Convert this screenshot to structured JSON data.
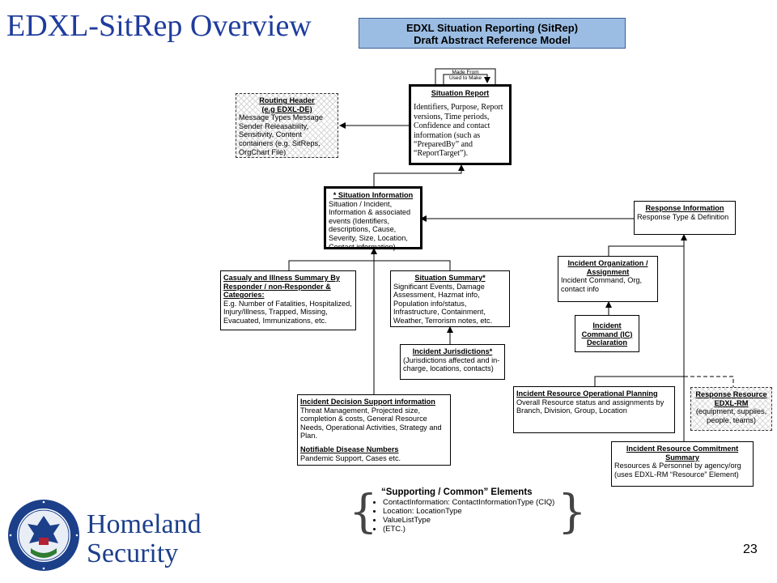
{
  "title": "EDXL-SitRep Overview",
  "model_banner": {
    "line1": "EDXL Situation Reporting (SitRep)",
    "line2": "Draft Abstract Reference Model"
  },
  "made_from": {
    "line1": "Made From",
    "line2": "Used to Make"
  },
  "situation_report": {
    "title": "Situation Report",
    "body": "Identifiers, Purpose, Report versions, Time periods, Confidence and contact information (such as “PreparedBy” and “ReportTarget”)."
  },
  "routing_header": {
    "title1": "Routing Header",
    "title2": "(e.g EDXL-DE)",
    "body": "Message Types Message Sender Releasability, Sensitivity, Content containers (e.g. SitReps, OrgChart File)"
  },
  "situation_information": {
    "title": "* Situation Information",
    "body": "Situation / Incident, Information & associated events (Identifiers, descriptions, Cause, Severity, Size, Location, Contact information)"
  },
  "response_information": {
    "title": "Response Information",
    "body": "Response Type & Definition"
  },
  "casualty_summary": {
    "title": "Casualy and Illness Summary By Responder / non-Responder & Categories:",
    "body": "E.g. Number of Fatalities, Hospitalized, Injury/Illness, Trapped, Missing, Evacuated, Immunizations, etc."
  },
  "situation_summary": {
    "title": "Situation Summary*",
    "body": "Significant Events, Damage Assessment, Hazmat info, Population info/status, Infrastructure, Containment, Weather, Terrorism notes, etc."
  },
  "incident_jurisdictions": {
    "title": "Incident Jurisdictions*",
    "body": "(Jurisdictions affected and in-charge, locations, contacts)"
  },
  "incident_org": {
    "title": "Incident Organization / Assignment",
    "body": "Incident Command, Org, contact info"
  },
  "incident_command": {
    "title": "Incident Command (IC) Declaration"
  },
  "decision_support": {
    "title": "Incident Decision Support information",
    "body": "Threat Management, Projected size, completion & costs, General Resource Needs, Operational Activities, Strategy and Plan.",
    "title2": "Notifiable Disease Numbers",
    "body2": "Pandemic Support, Cases etc."
  },
  "resource_planning": {
    "title": "Incident Resource Operational Planning",
    "body": "Overall Resource status and assignments by Branch, Division, Group, Location"
  },
  "response_resource": {
    "title1": "Response Resource",
    "title2": "EDXL-RM",
    "body": "(equipment, supplies, people, teams)"
  },
  "resource_commitment": {
    "title": "Incident Resource Commitment Summary",
    "body": "Resources & Personnel by agency/org (uses EDXL-RM “Resource” Element)"
  },
  "supporting": {
    "title": "“Supporting / Common” Elements",
    "items": [
      "ContactInformation: ContactInformationType (CIQ)",
      "Location: LocationType",
      " ValueListType",
      "(ETC.)"
    ]
  },
  "footer": {
    "logo_line1": "Homeland",
    "logo_line2": "Security",
    "page_number": "23"
  }
}
